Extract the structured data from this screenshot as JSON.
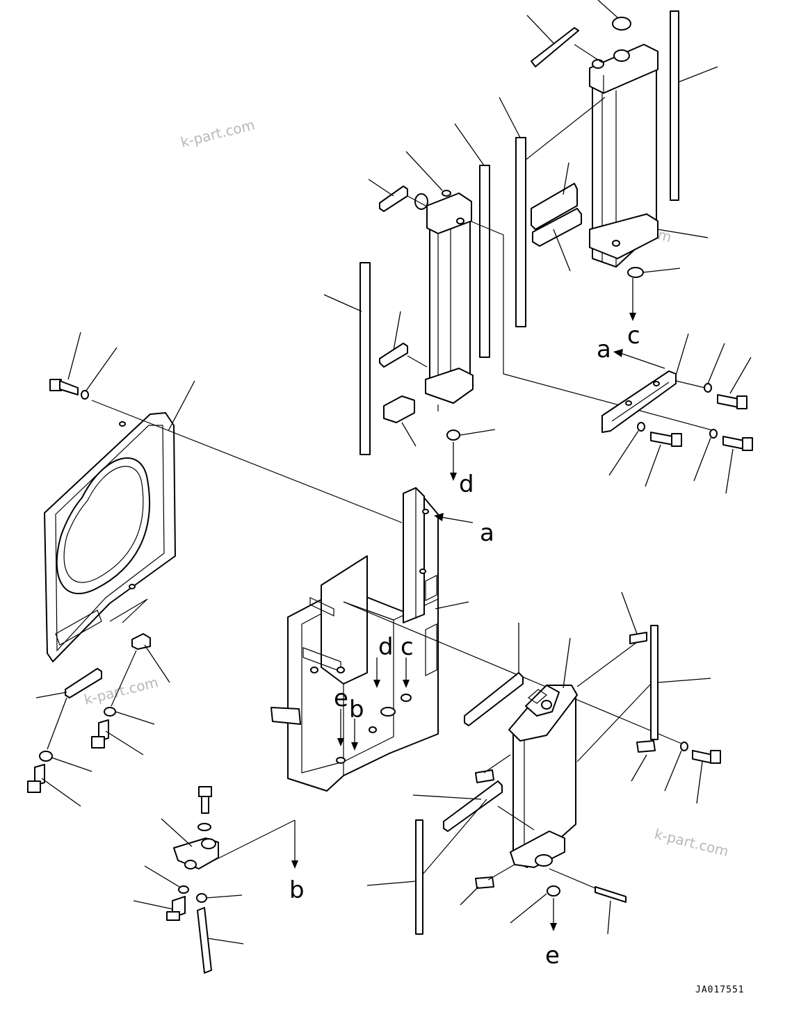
{
  "drawing_code": "JA017551",
  "watermark": "k-part.com",
  "callouts": {
    "a": "a",
    "b": "b",
    "c": "c",
    "d": "d",
    "e": "e"
  }
}
